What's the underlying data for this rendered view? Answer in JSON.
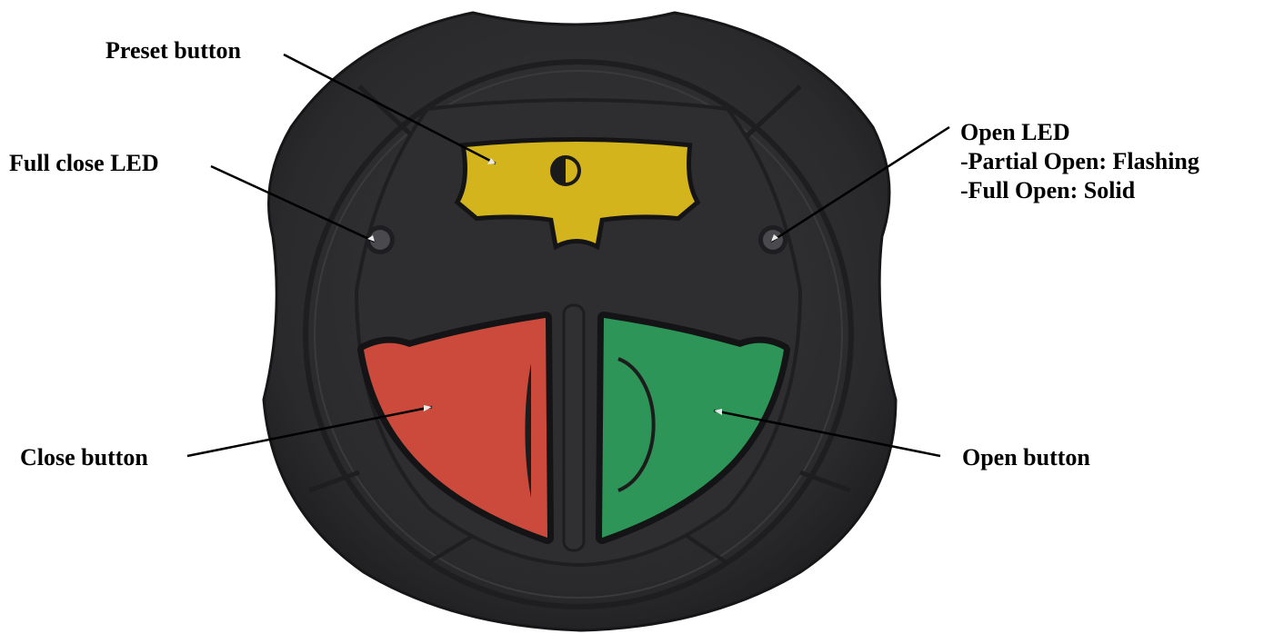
{
  "callouts": {
    "preset_button": "Preset button",
    "full_close_led": "Full close LED",
    "open_led": {
      "title": "Open LED",
      "line1": "-Partial Open: Flashing",
      "line2": "-Full Open: Solid"
    },
    "close_button": "Close button",
    "open_button": "Open button"
  },
  "colors": {
    "housing": "#2b2b2d",
    "housing_edge": "#1c1c1e",
    "preset": "#d4b41c",
    "close": "#cc4a3c",
    "open": "#2e9558",
    "led": "#4a4a4e",
    "leader": "#000000"
  },
  "icons": {
    "preset": "half-circle-icon",
    "close": "half-disc-icon",
    "open": "arc-icon"
  }
}
